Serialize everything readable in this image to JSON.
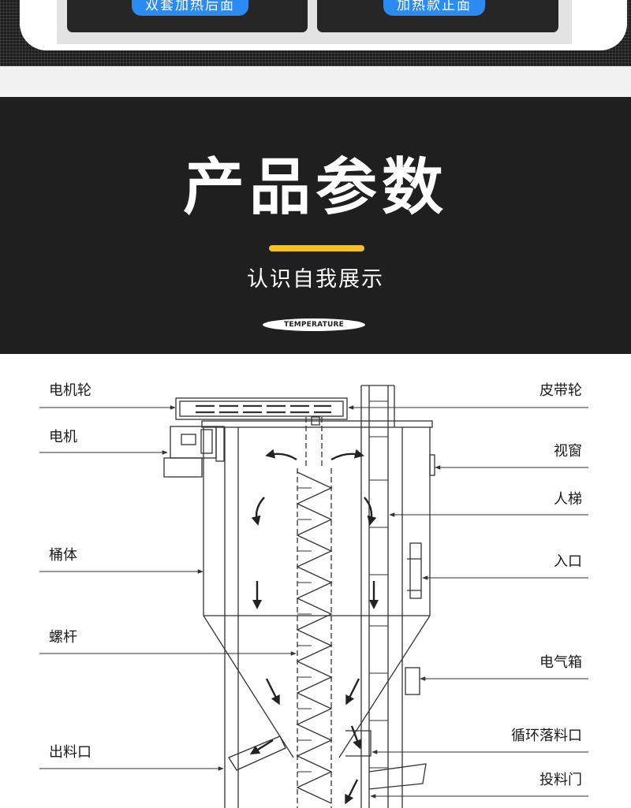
{
  "top": {
    "left_button": "双套加热后面",
    "right_button": "加热款正面"
  },
  "header": {
    "title": "产品参数",
    "subtitle": "认识自我展示",
    "badge": "TEMPERATURE"
  },
  "diagram": {
    "labels": {
      "motor_pulley": "电机轮",
      "motor": "电机",
      "barrel": "桶体",
      "screw": "螺杆",
      "outlet": "出料口",
      "belt_pulley": "皮带轮",
      "window": "视窗",
      "ladder": "人梯",
      "inlet": "入口",
      "electric_box": "电气箱",
      "recycle_drop": "循环落料口",
      "feed_door": "投料门"
    }
  },
  "colors": {
    "dark_bg": "#1f1f1f",
    "accent_yellow": "#f7c21c",
    "button_blue": "#2a8bf2",
    "line": "#333333"
  }
}
